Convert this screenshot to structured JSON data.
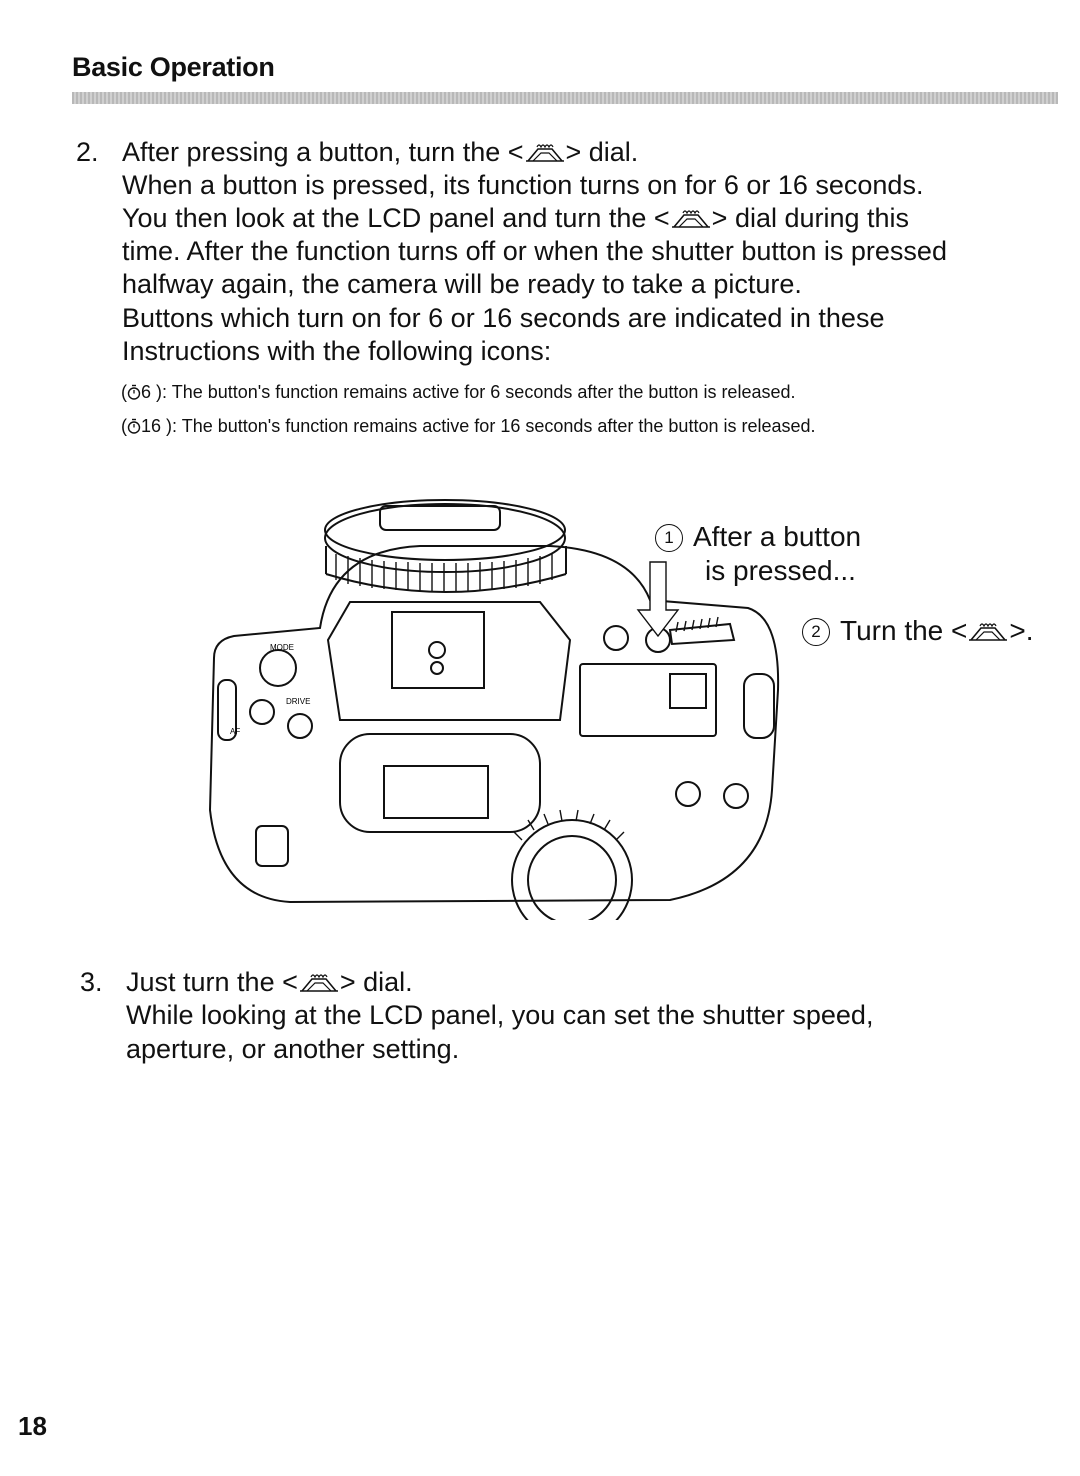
{
  "header": {
    "title": "Basic Operation"
  },
  "step2": {
    "number": "2.",
    "heading_pre": "After pressing a button, turn the <",
    "heading_post": "> dial.",
    "para1_l1": "When a button is pressed, its function turns on for 6 or 16 seconds.",
    "para1_l2_pre": "You then look at the LCD panel and turn the <",
    "para1_l2_post": "> dial during this",
    "para1_l3": "time. After the function turns off or when the shutter button is pressed",
    "para1_l4": "halfway again, the camera will be ready to take a picture.",
    "para2_l1": "Buttons which turn on for 6 or 16 seconds are indicated in these",
    "para2_l2": "Instructions with the following icons:"
  },
  "notes": [
    {
      "icon": "timer-icon",
      "open": "(",
      "num": "6",
      "text": "): The button's function remains active for 6 seconds after the button is released."
    },
    {
      "icon": "timer-icon",
      "open": "(",
      "num": "16",
      "text": "): The button's function remains active for 16 seconds after the button is released."
    }
  ],
  "figure": {
    "callout1_num": "1",
    "callout1_l1": "After a button",
    "callout1_l2": "is pressed...",
    "callout2_num": "2",
    "callout2_pre": "Turn the <",
    "callout2_post": ">.",
    "camera_labels": {
      "mode": "MODE",
      "drive": "DRIVE",
      "af": "AF"
    }
  },
  "step3": {
    "number": "3.",
    "heading_pre": "Just turn the <",
    "heading_post": "> dial.",
    "para_l1": "While looking at the LCD panel, you can set the shutter speed,",
    "para_l2": "aperture, or another setting."
  },
  "page": {
    "number": "18"
  }
}
